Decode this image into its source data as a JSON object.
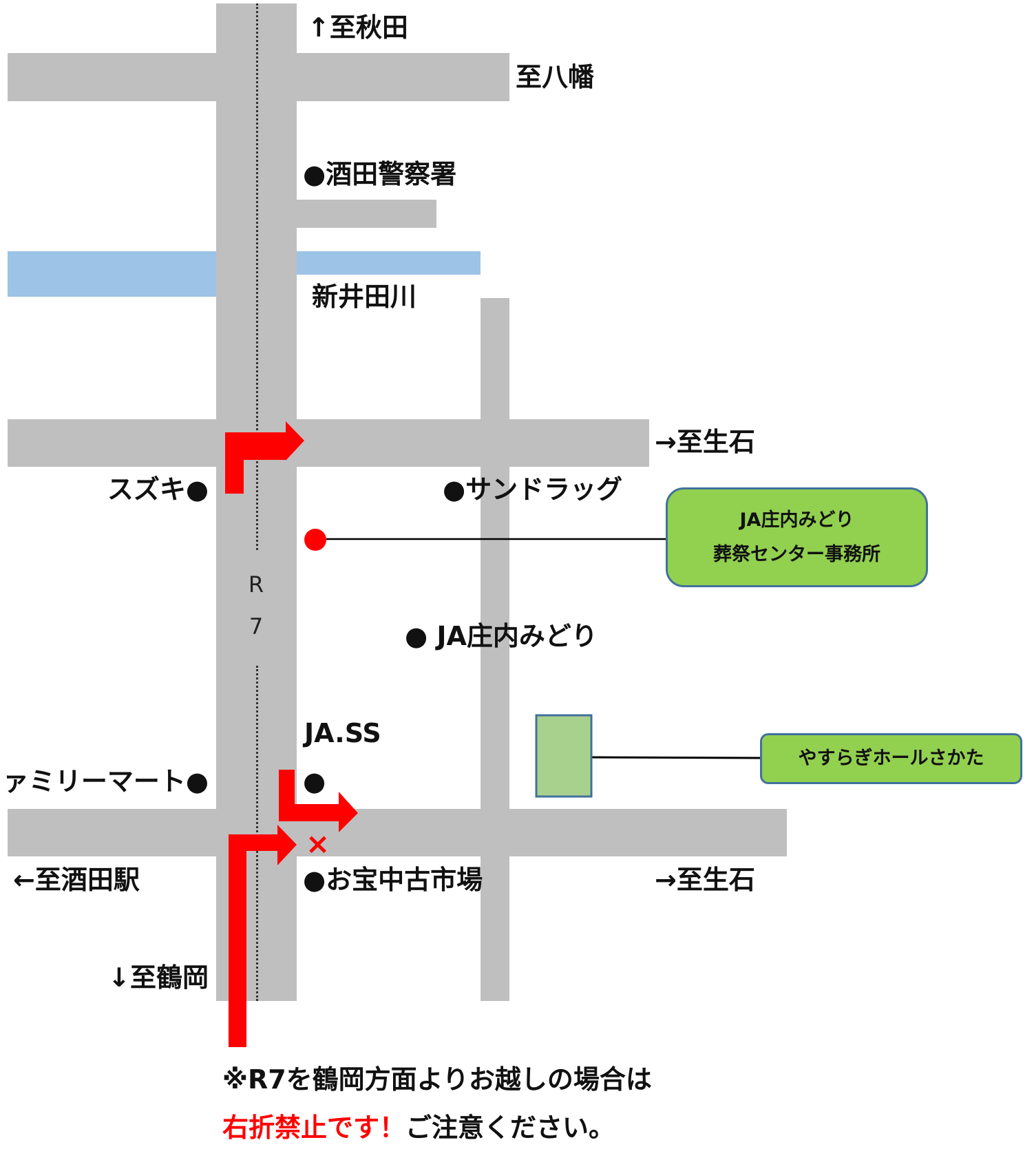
{
  "map": {
    "route_label": [
      "R",
      "7"
    ],
    "directions": {
      "north": "↑至秋田",
      "hachiman": "至八幡",
      "oishi_upper": "→至生石",
      "oishi_lower": "→至生石",
      "sakata_station": "←至酒田駅",
      "tsuruoka": "↓至鶴岡"
    },
    "landmarks": {
      "police": "●酒田警察署",
      "river": "新井田川",
      "suzuki": "スズキ●",
      "sundrug": "●サンドラッグ",
      "ja_shonai": "● JA庄内みどり",
      "ja_ss": "JA.SS",
      "ja_ss_dot": "●",
      "familymart": "ファミリーマート●",
      "otakara": "●お宝中古市場"
    },
    "callouts": {
      "office_line1": "JA庄内みどり",
      "office_line2": "葬祭センター事務所",
      "hall": "やすらぎホールさかた"
    },
    "no_turn_mark": "×",
    "note": {
      "line1": "※R7を鶴岡方面よりお越しの場合は",
      "line2_red": "右折禁止です！",
      "line2_black": "ご注意ください。"
    },
    "colors": {
      "road": "#bfbfbf",
      "river": "#9dc3e6",
      "route": "#ff0000",
      "callout_fill": "#92d050",
      "callout_border": "#41719c",
      "building_fill": "#a9d18e"
    }
  }
}
